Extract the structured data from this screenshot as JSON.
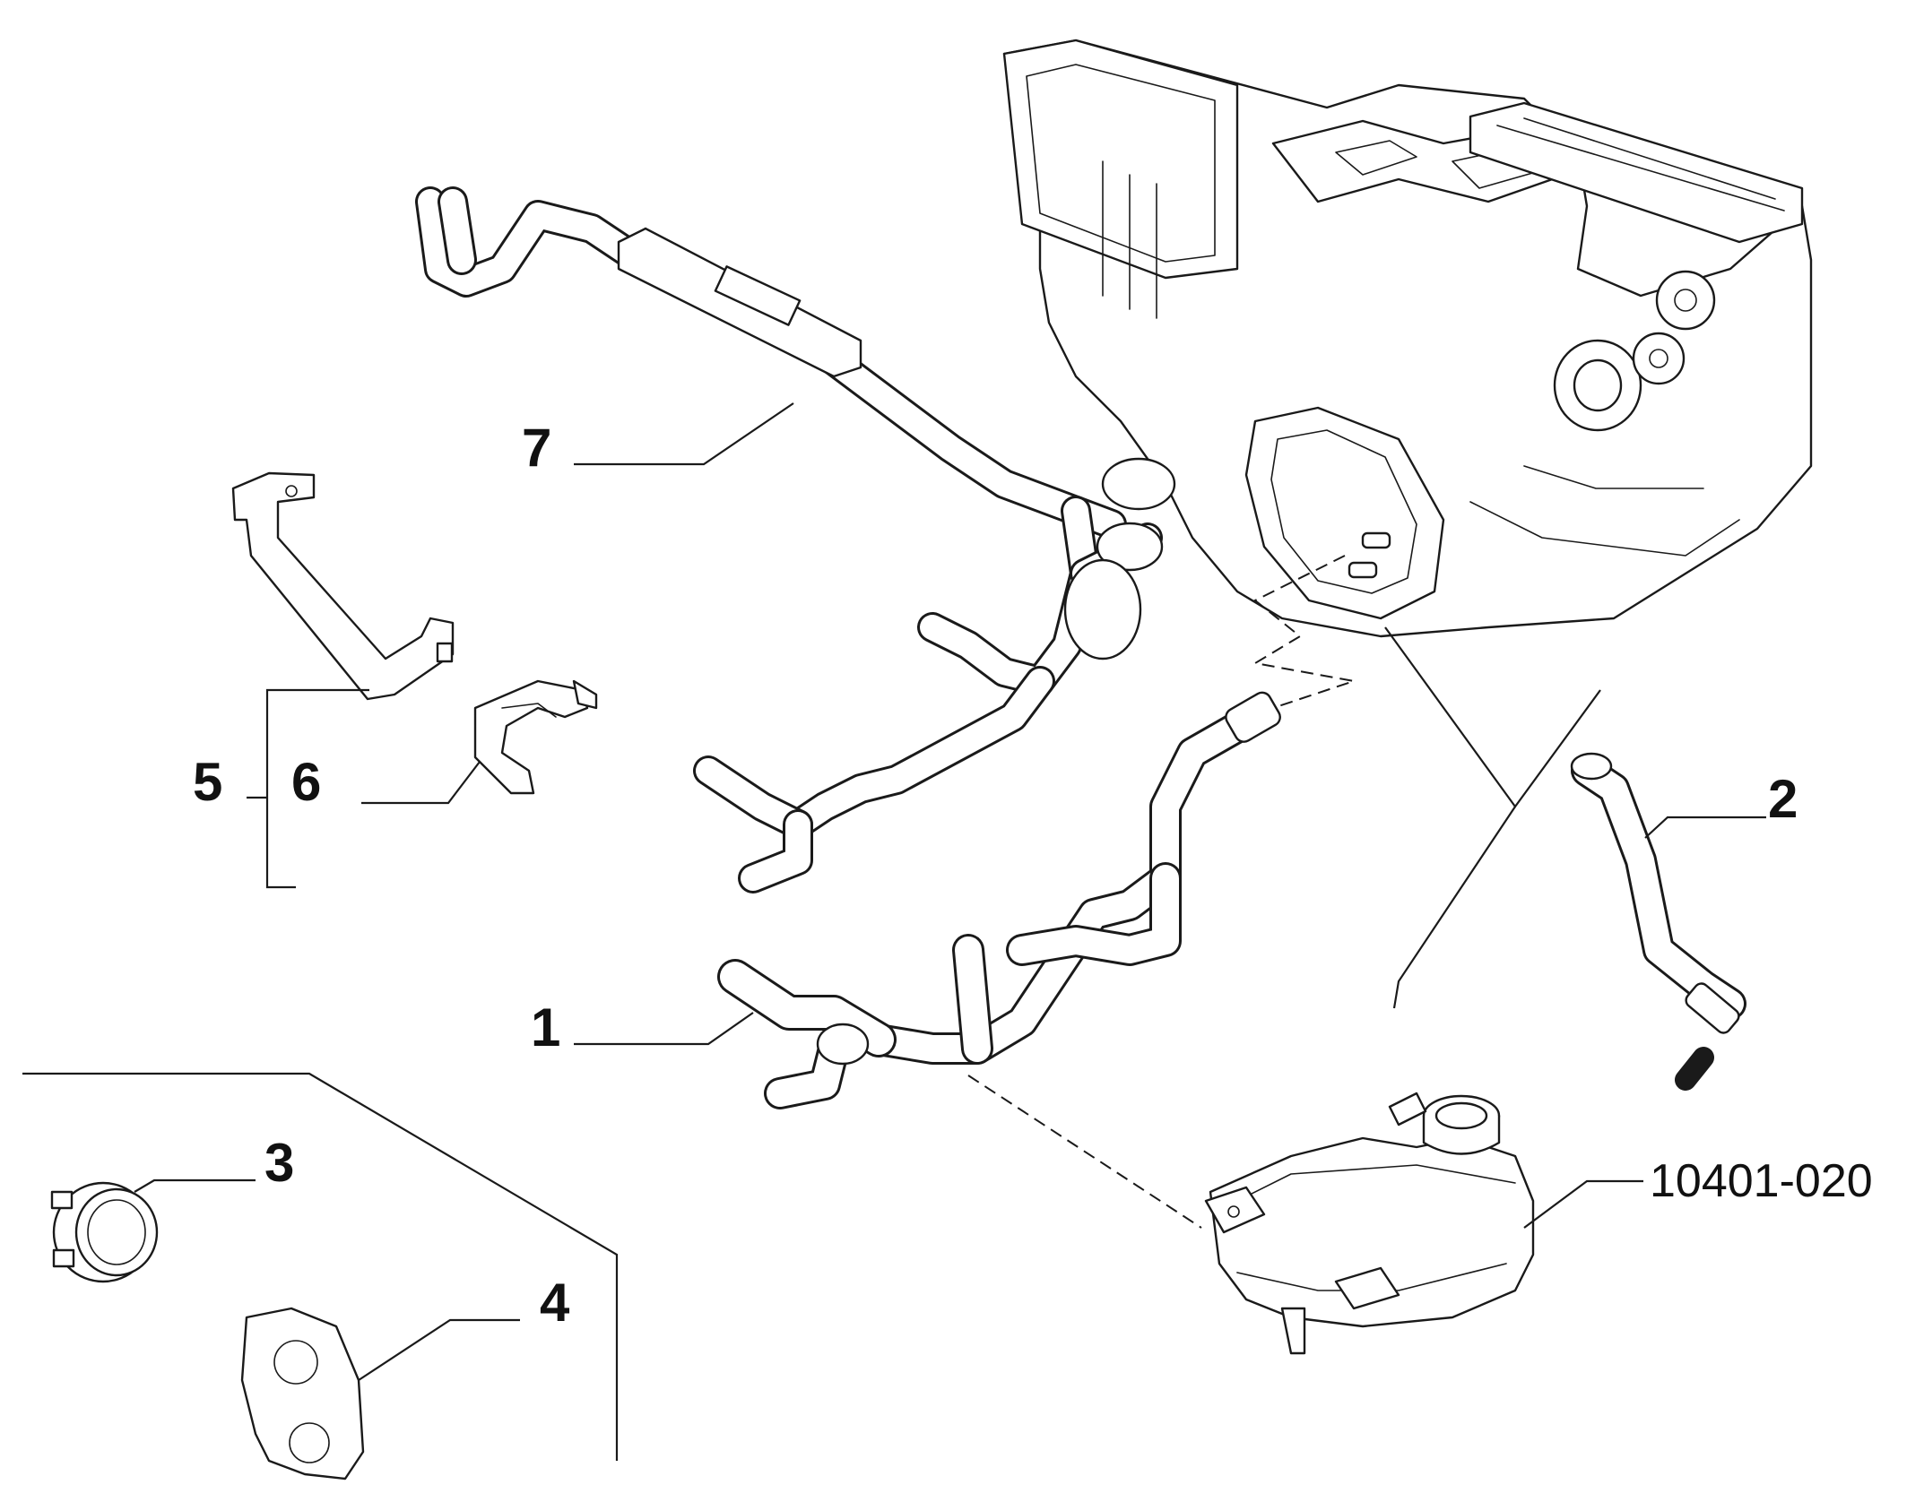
{
  "callouts": {
    "c1": "1",
    "c2": "2",
    "c3": "3",
    "c4": "4",
    "c5": "5",
    "c6": "6",
    "c7": "7"
  },
  "reference_code": "10401-020",
  "colors": {
    "line": "#1a1a1a",
    "background": "#ffffff"
  }
}
